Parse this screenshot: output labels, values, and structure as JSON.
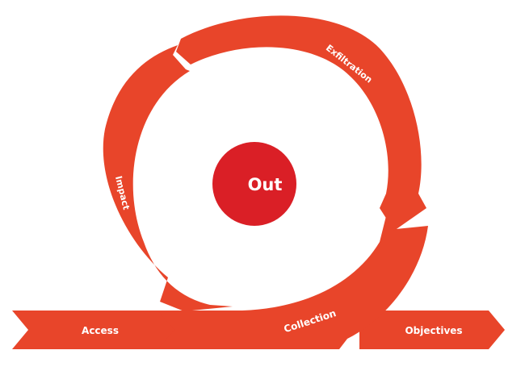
{
  "diagram": {
    "center_label": "Out",
    "stages": [
      {
        "id": "access",
        "label": "Access"
      },
      {
        "id": "collection",
        "label": "Collection"
      },
      {
        "id": "exfiltration",
        "label": "Exfiltration"
      },
      {
        "id": "impact",
        "label": "Impact"
      },
      {
        "id": "objectives",
        "label": "Objectives"
      }
    ]
  },
  "colors": {
    "arrow": "#E8452A",
    "center": "#DA1F26",
    "text": "#FFFFFF",
    "background": "#FFFFFF"
  }
}
